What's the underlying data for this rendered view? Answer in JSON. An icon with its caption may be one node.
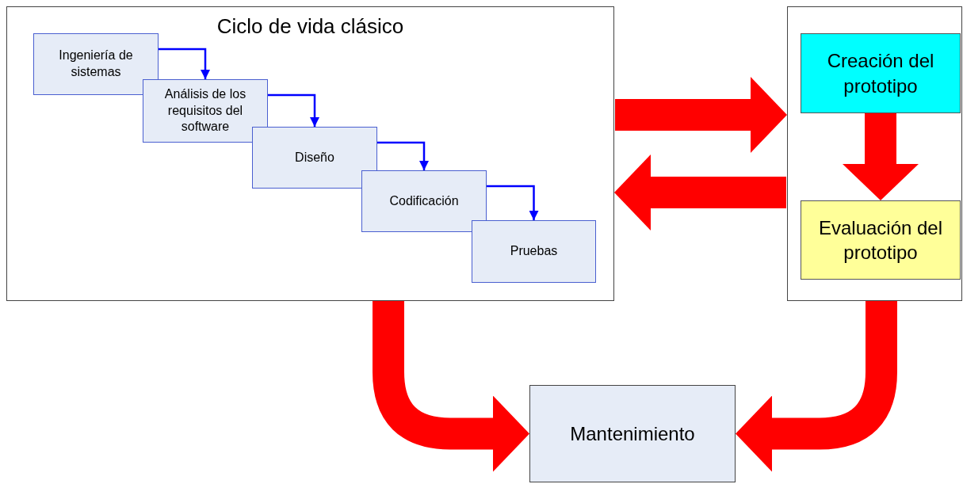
{
  "diagram": {
    "nodes": [
      {
        "text": [
          "Ciclo de vida clásico"
        ]
      },
      {
        "text": [
          "Ingeniería de sistemas"
        ],
        "in": 0
      },
      {
        "text": [
          "Análisis de los requisitos del software"
        ],
        "in": 0
      },
      {
        "text": [
          "Diseño"
        ],
        "in": 0
      },
      {
        "text": [
          "Codificación"
        ],
        "in": 0
      },
      {
        "text": [
          "Pruebas"
        ],
        "in": 0
      },
      {
        "text": [],
        "shape": "box"
      },
      {
        "text": [
          "Creación del prototipo"
        ],
        "in": 6
      },
      {
        "text": [
          "Evaluación del prototipo"
        ],
        "in": 6
      },
      {
        "text": [
          "Mantenimiento"
        ]
      }
    ],
    "edges": [
      {
        "from": 1,
        "to": 2,
        "arrow": "to",
        "color": "#0000ff"
      },
      {
        "from": 2,
        "to": 3,
        "arrow": "to",
        "color": "#0000ff"
      },
      {
        "from": 3,
        "to": 4,
        "arrow": "to",
        "color": "#0000ff"
      },
      {
        "from": 4,
        "to": 5,
        "arrow": "to",
        "color": "#0000ff"
      },
      {
        "from": 0,
        "to": 6,
        "arrow": "to"
      },
      {
        "from": 6,
        "to": 0,
        "arrow": "to"
      },
      {
        "from": 7,
        "to": 8,
        "arrow": "to"
      },
      {
        "from": 0,
        "to": 9,
        "arrow": "to"
      },
      {
        "from": 6,
        "to": 9,
        "arrow": "to"
      }
    ]
  }
}
